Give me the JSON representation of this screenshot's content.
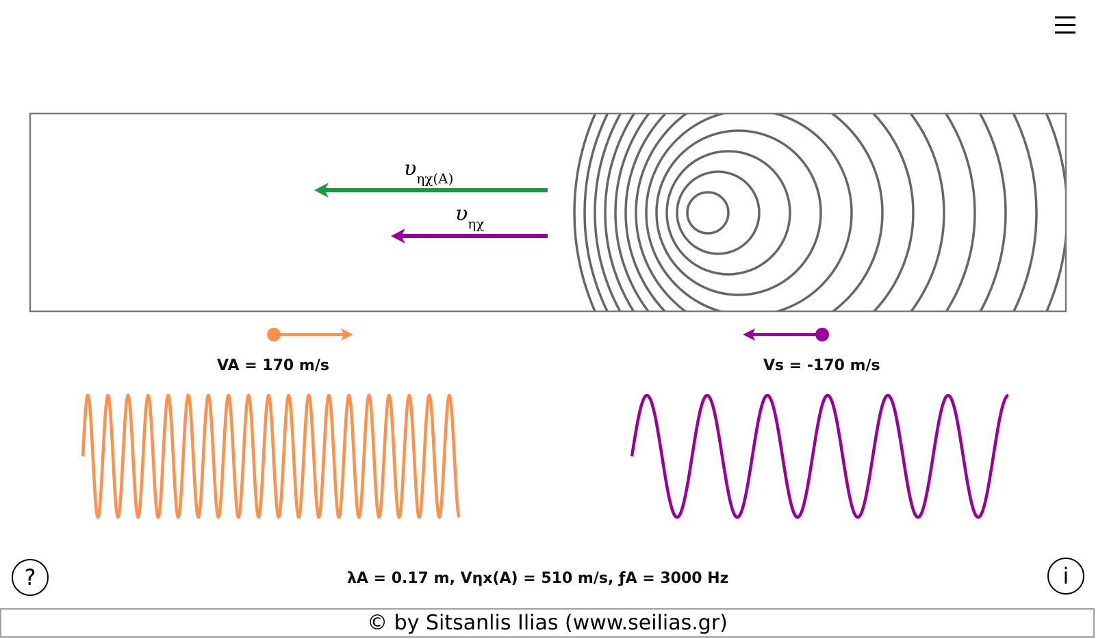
{
  "header": {
    "menu_icon": "hamburger-menu-icon"
  },
  "simulation": {
    "title": "Doppler effect - moving source and observer",
    "colors": {
      "wavefronts": "#666666",
      "box_border": "#7a7a7a",
      "observer": "#ff914d",
      "source": "#990099",
      "wave_speed_observer": "#1a9a3a"
    },
    "wave_speed_observer_label": {
      "symbol": "υ",
      "subscript": "ηχ(A)"
    },
    "wave_speed_label": {
      "symbol": "υ",
      "subscript": "ηχ"
    },
    "wavefront_count": 12,
    "observer": {
      "label": "VA = 170 m/s",
      "direction": "right"
    },
    "source": {
      "label": "Vs = -170 m/s",
      "direction": "left"
    },
    "observed_wave_cycles": 18.75,
    "source_wave_cycles": 6.25
  },
  "results": {
    "text": "λA = 0.17 m,  Vηx(A) = 510 m/s,  ƒA = 3000 Hz",
    "wavelength": "0.17 m",
    "wave_speed": "510 m/s",
    "frequency": "3000 Hz"
  },
  "buttons": {
    "help_label": "?",
    "info_label": "i"
  },
  "footer": {
    "text": "© by Sitsanlis Ilias (www.seilias.gr)"
  }
}
